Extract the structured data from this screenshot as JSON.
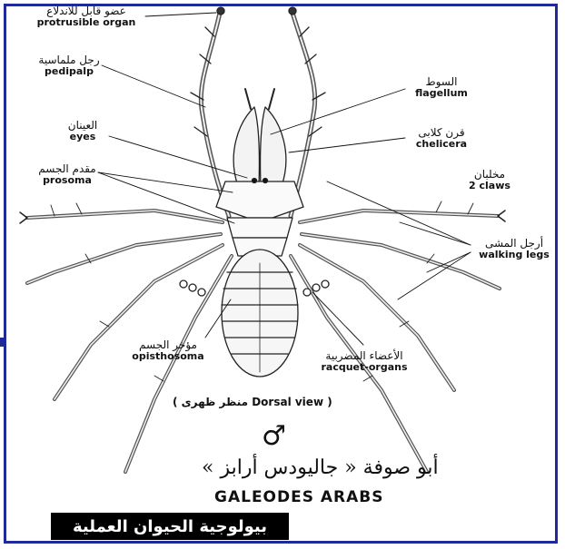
{
  "labels": {
    "protrusible_organ": {
      "ar": "عضو قابل للاندلاع",
      "en": "protrusible organ"
    },
    "pedipalp": {
      "ar": "رجل ملماسية",
      "en": "pedipalp"
    },
    "eyes": {
      "ar": "العينان",
      "en": "eyes"
    },
    "prosoma": {
      "ar": "مقدم الجسم",
      "en": "prosoma"
    },
    "flagellum": {
      "ar": "السوط",
      "en": "flagellum"
    },
    "chelicera": {
      "ar": "قرن كلابى",
      "en": "chelicera"
    },
    "claws": {
      "ar": "مخلبان",
      "en": "2 claws"
    },
    "walking_legs": {
      "ar": "أرجل المشى",
      "en": "walking legs"
    },
    "opisthosoma": {
      "ar": "مؤخر الجسم",
      "en": "opisthosoma"
    },
    "racquet_organs": {
      "ar": "الأعضاء المضربية",
      "en": "racquet-organs"
    }
  },
  "view_caption": "( منظر ظهرى Dorsal view )",
  "sex_symbol": "♂",
  "species": {
    "ar": "أبو صوفة « جاليودس أرابز »",
    "en": "GALEODES ARABS"
  },
  "title": "بيولوجية الحيوان العملية",
  "colors": {
    "frame": "#1f2a9a",
    "ink": "#111111",
    "title_bg": "#000000",
    "title_text": "#ffffff"
  }
}
